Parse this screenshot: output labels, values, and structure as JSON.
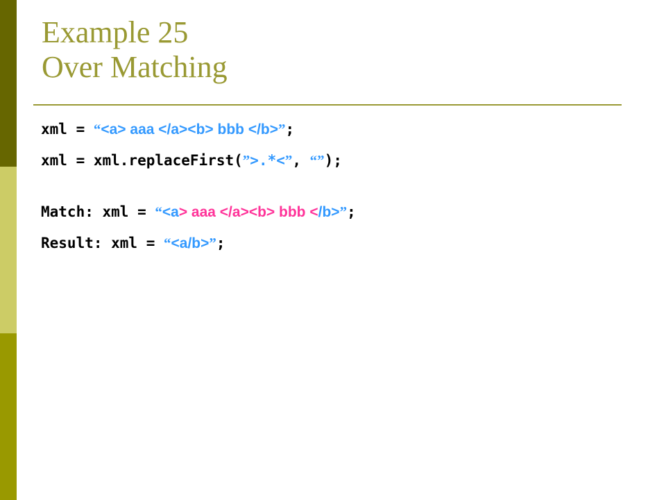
{
  "colors": {
    "bar_dark": "#666600",
    "bar_light": "#cccc66",
    "bar_mid": "#999900",
    "title": "#999933",
    "code_default": "#000000",
    "code_string": "#3399ff",
    "code_match": "#ff3399"
  },
  "title": {
    "line1": "Example 25",
    "line2": "Over Matching"
  },
  "code": {
    "line1": {
      "prefix": "xml = ",
      "open_quote": "“",
      "string": "<a> aaa </a><b> bbb </b>",
      "close_quote": "”",
      "suffix": ";"
    },
    "line2": {
      "prefix": "xml = xml.replaceFirst(",
      "open_quote": "”",
      "regex": ">.*<",
      "close_quote": "”",
      "sep": ", ",
      "empty_open": "“",
      "empty_close": "”",
      "suffix": ");"
    },
    "line3": {
      "prefix": "Match: xml = ",
      "open_quote": "“",
      "pre": "<a",
      "match": "> aaa </a><b> bbb <",
      "post": "/b>",
      "close_quote": "”",
      "suffix": ";"
    },
    "line4": {
      "prefix": "Result: xml = ",
      "open_quote": "“",
      "string": "<a/b>",
      "close_quote": "”",
      "suffix": ";"
    }
  }
}
